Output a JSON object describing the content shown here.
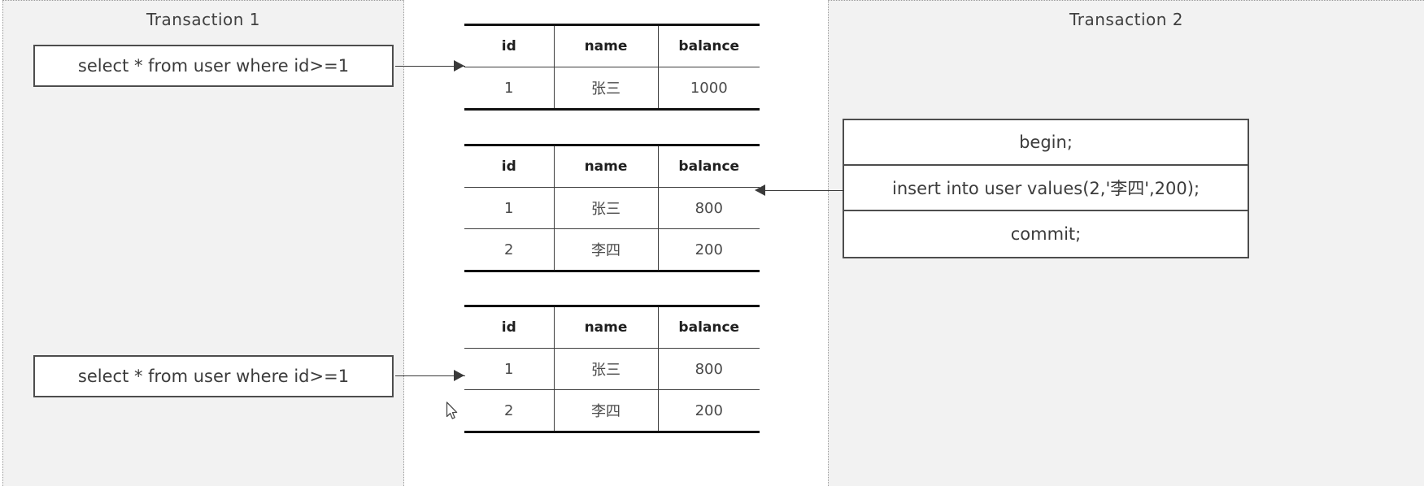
{
  "panels": [
    {
      "title": "Transaction  1"
    },
    {
      "title": "Transaction  2"
    }
  ],
  "transaction1": {
    "statements": [
      {
        "text": "select * from user where id>=1"
      },
      {
        "text": "select * from user where id>=1"
      }
    ]
  },
  "transaction2": {
    "statements": [
      {
        "text": "begin;"
      },
      {
        "text": "insert into user values(2,'李四',200);"
      },
      {
        "text": "commit;"
      }
    ]
  },
  "tables": [
    {
      "label": "result-table-first-read",
      "columns": [
        "id",
        "name",
        "balance"
      ],
      "rows": [
        [
          "1",
          "张三",
          "1000"
        ]
      ]
    },
    {
      "label": "result-table-after-insert",
      "columns": [
        "id",
        "name",
        "balance"
      ],
      "rows": [
        [
          "1",
          "张三",
          "800"
        ],
        [
          "2",
          "李四",
          "200"
        ]
      ]
    },
    {
      "label": "result-table-second-read",
      "columns": [
        "id",
        "name",
        "balance"
      ],
      "rows": [
        [
          "1",
          "张三",
          "800"
        ],
        [
          "2",
          "李四",
          "200"
        ]
      ]
    }
  ],
  "colors": {
    "panel_background": "#f2f2f2",
    "panel_border": "#9a9a9a",
    "box_border": "#4d4d4d",
    "table_rule": "#111111",
    "text": "#3c3c3c",
    "arrow": "#3a3a3a"
  },
  "icons": {
    "cursor": "mouse-pointer-icon",
    "arrow_right": "arrow-right-icon",
    "arrow_left": "arrow-left-icon"
  }
}
